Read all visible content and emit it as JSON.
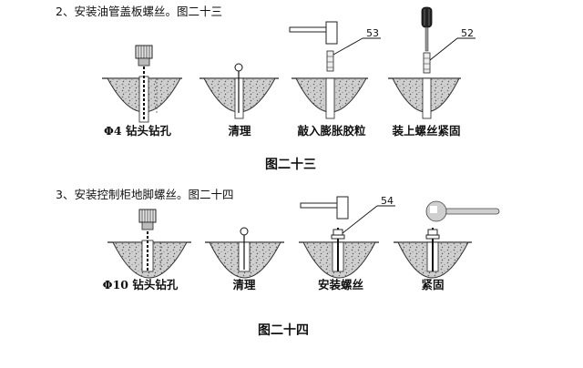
{
  "section1": {
    "heading": "2、安装油管盖板螺丝。图二十三",
    "captions": [
      "Φ4 钻头钻孔",
      "清理",
      "敲入膨胀胶粒",
      "装上螺丝紧固"
    ],
    "callouts": [
      "53",
      "52"
    ],
    "figure_label": "图二十三"
  },
  "section2": {
    "heading": "3、安装控制柜地脚螺丝。图二十四",
    "captions": [
      "Φ10 钻头钻孔",
      "清理",
      "安装螺丝",
      "紧固"
    ],
    "callouts": [
      "54"
    ],
    "figure_label": "图二十四"
  },
  "icons": [
    "drill-icon",
    "cleaning-brush-icon",
    "hammer-icon",
    "screwdriver-icon",
    "wrench-icon",
    "expansion-anchor-icon",
    "anchor-bolt-icon"
  ]
}
